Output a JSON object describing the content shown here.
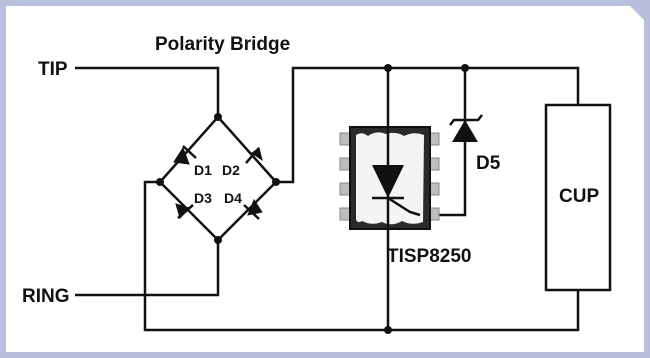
{
  "diagram": {
    "title": "Polarity Bridge",
    "terminals": {
      "tip": "TIP",
      "ring": "RING"
    },
    "diodes": {
      "d1": "D1",
      "d2": "D2",
      "d3": "D3",
      "d4": "D4",
      "d5": "D5"
    },
    "device": "TISP8250",
    "load": "CUP",
    "colors": {
      "border": "#b9bfdc",
      "background": "#ffffff",
      "wire": "#111111",
      "chip_body": "#2a2a2a",
      "chip_face": "#f4f4f4",
      "pin": "#bdbdbd"
    }
  }
}
